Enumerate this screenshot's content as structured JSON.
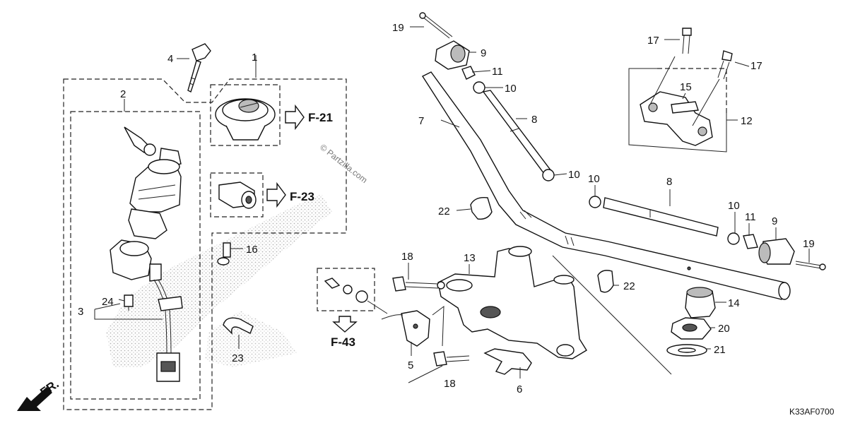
{
  "diagram": {
    "watermark": "© Partzilla.com",
    "figure_code": "K33AF0700",
    "direction_label": "FR.",
    "references": [
      {
        "id": "ref-f21",
        "text": "F-21"
      },
      {
        "id": "ref-f23",
        "text": "F-23"
      },
      {
        "id": "ref-f43",
        "text": "F-43"
      }
    ],
    "callouts": [
      {
        "id": "c1",
        "text": "1"
      },
      {
        "id": "c2",
        "text": "2"
      },
      {
        "id": "c3",
        "text": "3"
      },
      {
        "id": "c4",
        "text": "4"
      },
      {
        "id": "c5",
        "text": "5"
      },
      {
        "id": "c6",
        "text": "6"
      },
      {
        "id": "c7",
        "text": "7"
      },
      {
        "id": "c8a",
        "text": "8"
      },
      {
        "id": "c8b",
        "text": "8"
      },
      {
        "id": "c9a",
        "text": "9"
      },
      {
        "id": "c9b",
        "text": "9"
      },
      {
        "id": "c10a",
        "text": "10"
      },
      {
        "id": "c10b",
        "text": "10"
      },
      {
        "id": "c10c",
        "text": "10"
      },
      {
        "id": "c10d",
        "text": "10"
      },
      {
        "id": "c11a",
        "text": "11"
      },
      {
        "id": "c11b",
        "text": "11"
      },
      {
        "id": "c12",
        "text": "12"
      },
      {
        "id": "c13",
        "text": "13"
      },
      {
        "id": "c14",
        "text": "14"
      },
      {
        "id": "c15",
        "text": "15"
      },
      {
        "id": "c16",
        "text": "16"
      },
      {
        "id": "c17a",
        "text": "17"
      },
      {
        "id": "c17b",
        "text": "17"
      },
      {
        "id": "c18a",
        "text": "18"
      },
      {
        "id": "c18b",
        "text": "18"
      },
      {
        "id": "c19a",
        "text": "19"
      },
      {
        "id": "c19b",
        "text": "19"
      },
      {
        "id": "c20",
        "text": "20"
      },
      {
        "id": "c21",
        "text": "21"
      },
      {
        "id": "c22a",
        "text": "22"
      },
      {
        "id": "c22b",
        "text": "22"
      },
      {
        "id": "c23",
        "text": "23"
      },
      {
        "id": "c24",
        "text": "24"
      }
    ]
  }
}
